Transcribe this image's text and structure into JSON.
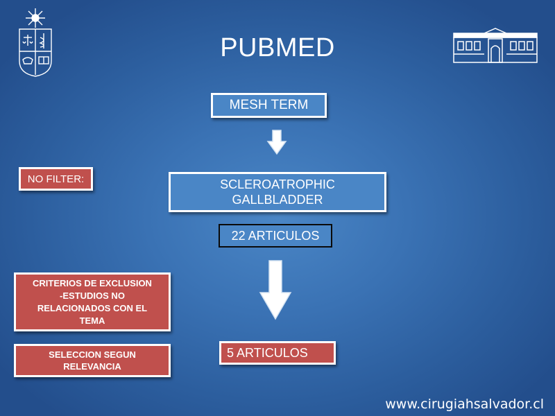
{
  "title": "PUBMED",
  "nodes": {
    "mesh_term": "MESH TERM",
    "sclero_line1": "SCLEROATROPHIC",
    "sclero_line2": "GALLBLADDER",
    "articulos_22": "22 ARTICULOS",
    "articulos_5": "5 ARTICULOS"
  },
  "side": {
    "no_filter": "NO FILTER:",
    "criterios_line1": "CRITERIOS DE EXCLUSION",
    "criterios_line2": "-ESTUDIOS NO",
    "criterios_line3": "RELACIONADOS CON EL",
    "criterios_line4": "TEMA",
    "seleccion_line1": "SELECCION SEGUN",
    "seleccion_line2": "RELEVANCIA"
  },
  "footer": "www.cirugiahsalvador.cl",
  "colors": {
    "background": "#2c5e9e",
    "box_blue": "#4a86c6",
    "box_red": "#c0504d",
    "border": "#ffffff"
  },
  "icons": [
    "university-crest-logo",
    "hospital-building-logo",
    "down-arrow-icon"
  ]
}
